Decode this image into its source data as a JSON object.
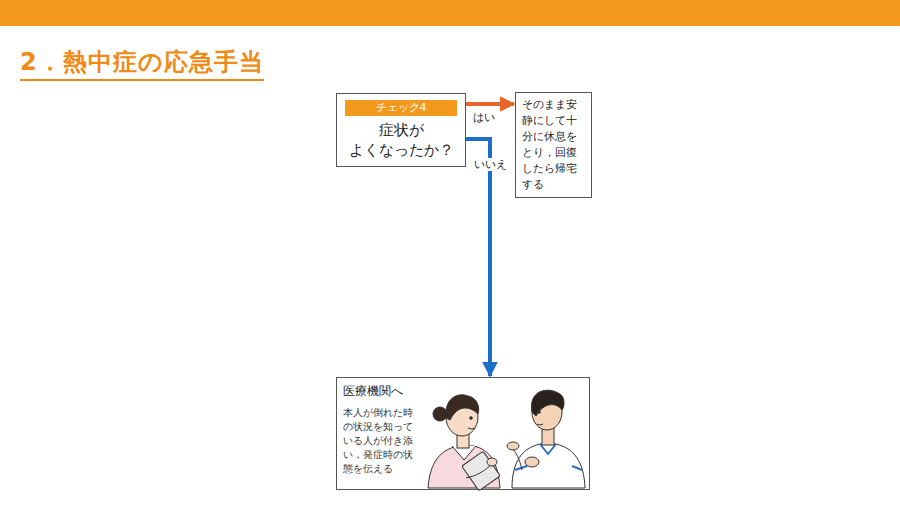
{
  "diagram": {
    "title": "2．熱中症の応急手当",
    "nodes": [
      {
        "text": [
          "チェック4",
          "症状が よくなったか？"
        ]
      },
      {
        "text": [
          "そのまま安 静にして十 分に休息を とり，回復 したら帰宅 する"
        ]
      },
      {
        "text": [
          "医療機関へ",
          "本人が倒れた時 の状況を知って いる人が付き添 い，発症時の状 態を伝える"
        ]
      }
    ],
    "edges": [
      {
        "from": 0,
        "to": 1,
        "label": "はい",
        "arrow": "to"
      },
      {
        "from": 0,
        "to": 2,
        "label": "いいえ",
        "arrow": "to"
      }
    ]
  }
}
